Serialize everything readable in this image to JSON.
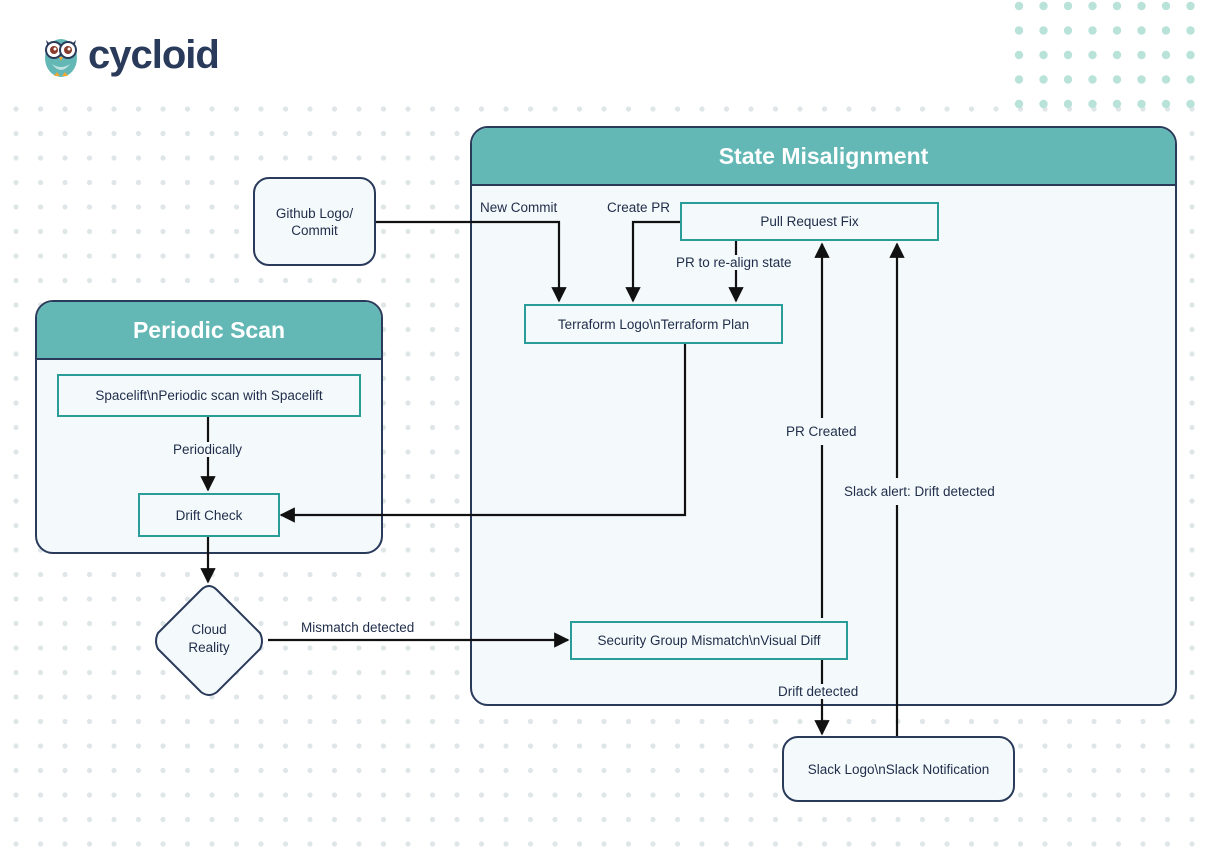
{
  "brand": {
    "name": "cycloid",
    "logo_icon": "owl-icon",
    "accent": "#63b8b5",
    "dot_color": "#b9e2d8",
    "ink": "#2a3a5a"
  },
  "groups": {
    "state_misalignment": {
      "title": "State Misalignment"
    },
    "periodic_scan": {
      "title": "Periodic Scan"
    }
  },
  "nodes": {
    "github": "Github Logo/ Commit",
    "pull_request_fix": "Pull Request Fix",
    "terraform": "Terraform Logo\\nTerraform Plan",
    "spacelift": "Spacelift\\nPeriodic scan with Spacelift",
    "drift_check": "Drift Check",
    "cloud_reality": "Cloud Reality",
    "security_group": "Security Group Mismatch\\nVisual Diff",
    "slack": "Slack Logo\\nSlack Notification"
  },
  "edges": {
    "new_commit": "New Commit",
    "create_pr": "Create PR",
    "pr_realign": "PR to re-align state",
    "periodically": "Periodically",
    "pr_created": "PR Created",
    "slack_alert": "Slack alert: Drift detected",
    "mismatch_detected": "Mismatch detected",
    "drift_detected": "Drift detected"
  }
}
